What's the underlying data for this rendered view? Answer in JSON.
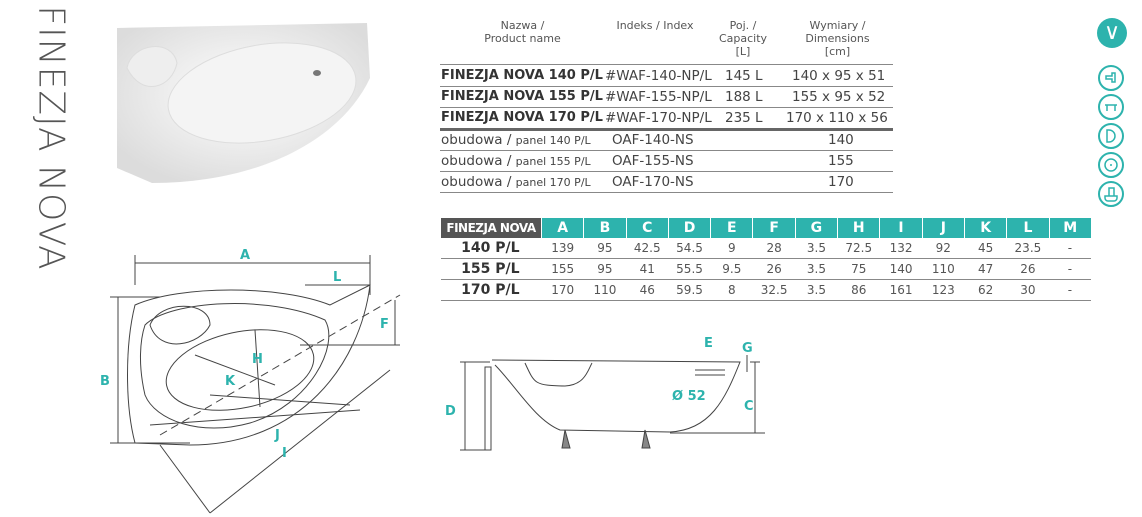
{
  "title": "FINEZJA NOVA",
  "colors": {
    "accent": "#2db3ad",
    "header_dark": "#555555"
  },
  "product_table": {
    "headers": {
      "name": [
        "Nazwa /",
        "Product name"
      ],
      "index": [
        "Indeks / Index"
      ],
      "capacity": [
        "Poj. /",
        "Capacity",
        "[L]"
      ],
      "dimensions": [
        "Wymiary /",
        "Dimensions",
        "[cm]"
      ]
    },
    "bathtubs": [
      {
        "name": "FINEZJA NOVA 140 P/L",
        "index": "#WAF-140-NP/L",
        "capacity": "145 L",
        "dimensions": "140 x 95 x 51"
      },
      {
        "name": "FINEZJA NOVA 155 P/L",
        "index": "#WAF-155-NP/L",
        "capacity": "188 L",
        "dimensions": "155 x 95 x 52"
      },
      {
        "name": "FINEZJA NOVA 170 P/L",
        "index": "#WAF-170-NP/L",
        "capacity": "235 L",
        "dimensions": "170 x 110 x 56"
      }
    ],
    "panels": [
      {
        "name": "obudowa /",
        "name_small": "panel 140 P/L",
        "index": "OAF-140-NS",
        "dimensions": "140"
      },
      {
        "name": "obudowa /",
        "name_small": "panel 155 P/L",
        "index": "OAF-155-NS",
        "dimensions": "155"
      },
      {
        "name": "obudowa /",
        "name_small": "panel 170 P/L",
        "index": "OAF-170-NS",
        "dimensions": "170"
      }
    ]
  },
  "dimension_table": {
    "corner": "FINEZJA NOVA",
    "columns": [
      "A",
      "B",
      "C",
      "D",
      "E",
      "F",
      "G",
      "H",
      "I",
      "J",
      "K",
      "L",
      "M"
    ],
    "rows": [
      {
        "label": "140 P/L",
        "values": [
          "139",
          "95",
          "42.5",
          "54.5",
          "9",
          "28",
          "3.5",
          "72.5",
          "132",
          "92",
          "45",
          "23.5",
          "-"
        ]
      },
      {
        "label": "155 P/L",
        "values": [
          "155",
          "95",
          "41",
          "55.5",
          "9.5",
          "26",
          "3.5",
          "75",
          "140",
          "110",
          "47",
          "26",
          "-"
        ]
      },
      {
        "label": "170 P/L",
        "values": [
          "170",
          "110",
          "46",
          "59.5",
          "8",
          "32.5",
          "3.5",
          "86",
          "161",
          "123",
          "62",
          "30",
          "-"
        ]
      }
    ]
  },
  "drawings": {
    "top_view_labels": {
      "A": "A",
      "B": "B",
      "L": "L",
      "F": "F",
      "H": "H",
      "K": "K",
      "J": "J",
      "I": "I"
    },
    "side_view_labels": {
      "D": "D",
      "E": "E",
      "G": "G",
      "C": "C",
      "drain": "Ø 52"
    }
  },
  "feature_icons": [
    "v-badge-icon",
    "faucet-icon",
    "handle-icon",
    "headrest-icon",
    "drain-icon",
    "panel-icon"
  ]
}
